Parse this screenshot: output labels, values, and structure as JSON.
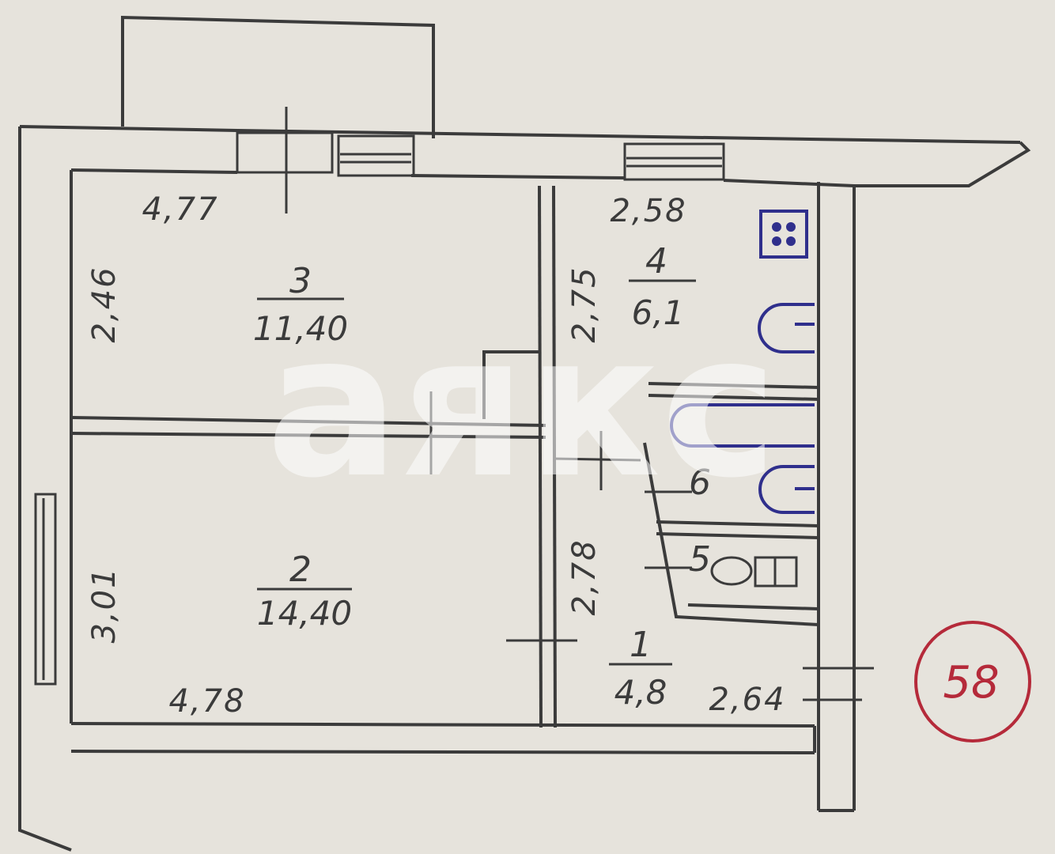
{
  "colors": {
    "paper": "#e6e3dc",
    "ink": "#3b3b3b",
    "fixture_ink": "#2f2f8c",
    "stamp": "#b52a3a"
  },
  "watermark": "аякс",
  "stamp_label": "58",
  "rooms": [
    {
      "number": "3",
      "area": "11,40"
    },
    {
      "number": "4",
      "area": "6,1"
    },
    {
      "number": "2",
      "area": "14,40"
    },
    {
      "number": "1",
      "area": "4,8"
    },
    {
      "number": "6"
    },
    {
      "number": "5"
    }
  ],
  "dimensions": {
    "room3_width": "4,77",
    "room3_depth": "2,46",
    "room4_width": "2,58",
    "room4_depth": "2,75",
    "room2_depth": "3,01",
    "room2_width": "4,78",
    "hall_depth": "2,78",
    "hall_width": "2,64"
  }
}
